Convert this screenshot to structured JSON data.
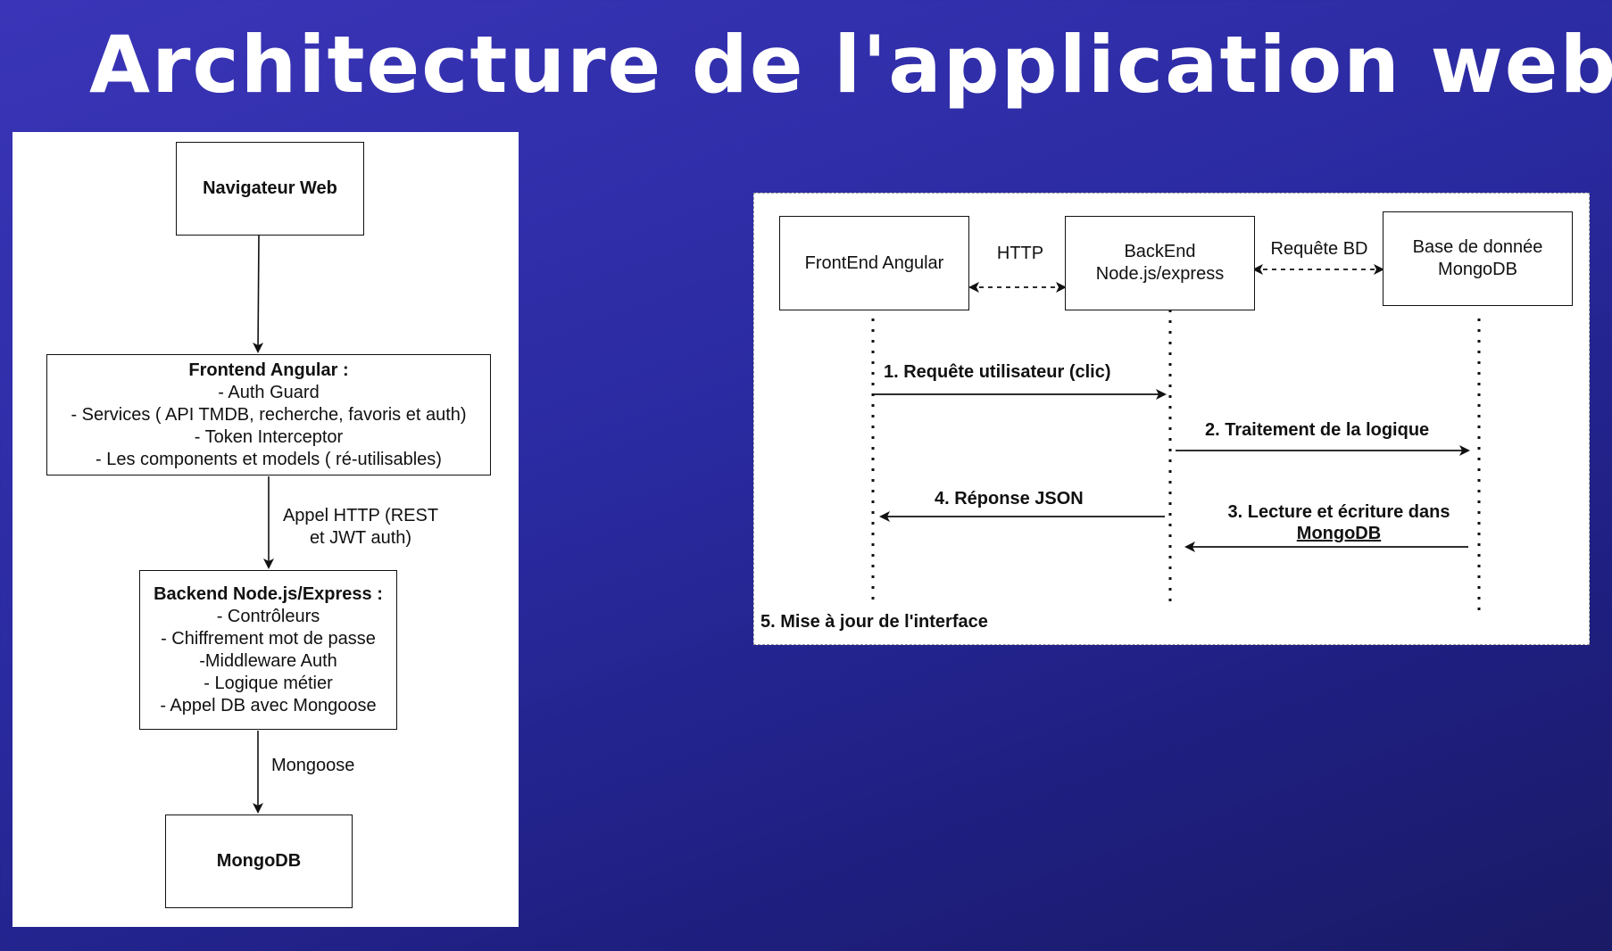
{
  "slide": {
    "title": "Architecture de l'application web"
  },
  "flowchart": {
    "browser": {
      "label": "Navigateur Web"
    },
    "frontend": {
      "heading": "Frontend Angular :",
      "items": [
        "- Auth Guard",
        "- Services ( API TMDB, recherche, favoris et auth)",
        "- Token Interceptor",
        "- Les components et models ( ré-utilisables)"
      ]
    },
    "edge_http": {
      "line1": "Appel HTTP (REST",
      "line2": "et JWT auth)"
    },
    "backend": {
      "heading": "Backend Node.js/Express :",
      "items": [
        "- Contrôleurs",
        "- Chiffrement mot de passe",
        "-Middleware Auth",
        "- Logique métier",
        "- Appel DB avec Mongoose"
      ]
    },
    "edge_mongoose": {
      "label": "Mongoose"
    },
    "database": {
      "label": "MongoDB"
    }
  },
  "sequence": {
    "participants": {
      "frontend": "FrontEnd Angular",
      "backend_line1": "BackEnd",
      "backend_line2": "Node.js/express",
      "database_line1": "Base de donnée",
      "database_line2": "MongoDB"
    },
    "links": {
      "http": "HTTP",
      "db_request": "Requête BD"
    },
    "messages": {
      "m1": "1. Requête utilisateur (clic)",
      "m2": "2. Traitement de la logique",
      "m3_line1": "3. Lecture et écriture dans",
      "m3_line2": "MongoDB",
      "m4": "4. Réponse JSON",
      "m5": "5. Mise à jour de l'interface"
    }
  }
}
